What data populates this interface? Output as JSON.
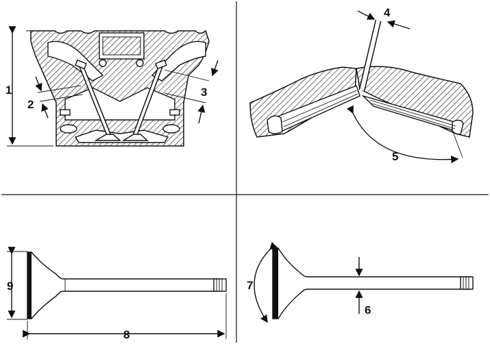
{
  "callouts": {
    "c1": "1",
    "c2": "2",
    "c3": "3",
    "c4": "4",
    "c5": "5",
    "c6": "6",
    "c7": "7",
    "c8": "8",
    "c9": "9"
  },
  "colors": {
    "ink": "#111111",
    "paper": "#ffffff"
  }
}
